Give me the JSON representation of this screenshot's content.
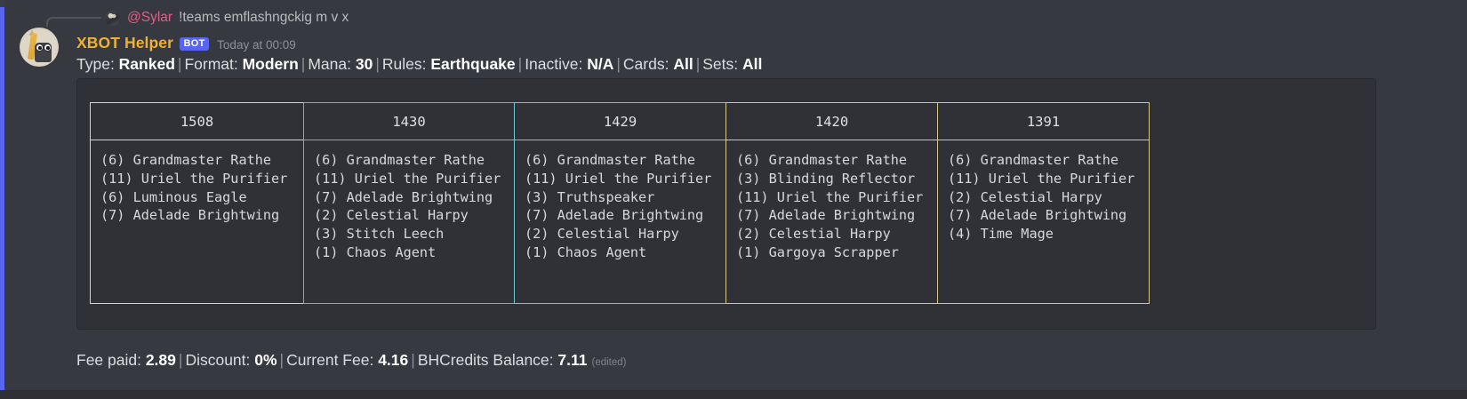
{
  "reply": {
    "author": "@Sylar",
    "command": "!teams emflashngckig m v x",
    "author_color": "#e35d8a",
    "avatar_icon": "user-avatar-icon"
  },
  "message": {
    "author": "XBOT Helper",
    "author_color": "#f0b132",
    "bot_badge": "BOT",
    "bot_badge_color": "#5865f2",
    "timestamp": "Today at 00:09",
    "avatar_icon": "bot-avatar-icon",
    "edited_marker": "(edited)"
  },
  "settings": {
    "items": [
      {
        "label": "Type:",
        "value": "Ranked"
      },
      {
        "label": "Format:",
        "value": "Modern"
      },
      {
        "label": "Mana:",
        "value": "30"
      },
      {
        "label": "Rules:",
        "value": "Earthquake"
      },
      {
        "label": "Inactive:",
        "value": "N/A"
      },
      {
        "label": "Cards:",
        "value": "All"
      },
      {
        "label": "Sets:",
        "value": "All"
      }
    ],
    "separator": "|"
  },
  "table": {
    "headers": [
      "1508",
      "1430",
      "1429",
      "1420",
      "1391"
    ],
    "border_colors": [
      "#d8d3c0",
      "#e08a7d",
      "#6fc8d8",
      "#d6c98a",
      "#d6c98a"
    ],
    "columns": [
      {
        "score": "1508",
        "cards": [
          {
            "qty": "(6)",
            "name": "Grandmaster Rathe"
          },
          {
            "qty": "(11)",
            "name": "Uriel the Purifier"
          },
          {
            "qty": "(6)",
            "name": "Luminous Eagle"
          },
          {
            "qty": "(7)",
            "name": "Adelade Brightwing"
          }
        ]
      },
      {
        "score": "1430",
        "cards": [
          {
            "qty": "(6)",
            "name": "Grandmaster Rathe"
          },
          {
            "qty": "(11)",
            "name": "Uriel the Purifier"
          },
          {
            "qty": "(7)",
            "name": "Adelade Brightwing"
          },
          {
            "qty": "(2)",
            "name": "Celestial Harpy"
          },
          {
            "qty": "(3)",
            "name": "Stitch Leech"
          },
          {
            "qty": "(1)",
            "name": "Chaos Agent"
          }
        ]
      },
      {
        "score": "1429",
        "cards": [
          {
            "qty": "(6)",
            "name": "Grandmaster Rathe"
          },
          {
            "qty": "(11)",
            "name": "Uriel the Purifier"
          },
          {
            "qty": "(3)",
            "name": "Truthspeaker"
          },
          {
            "qty": "(7)",
            "name": "Adelade Brightwing"
          },
          {
            "qty": "(2)",
            "name": "Celestial Harpy"
          },
          {
            "qty": "(1)",
            "name": "Chaos Agent"
          }
        ]
      },
      {
        "score": "1420",
        "cards": [
          {
            "qty": "(6)",
            "name": "Grandmaster Rathe"
          },
          {
            "qty": "(3)",
            "name": "Blinding Reflector"
          },
          {
            "qty": "(11)",
            "name": "Uriel the Purifier"
          },
          {
            "qty": "(7)",
            "name": "Adelade Brightwing"
          },
          {
            "qty": "(2)",
            "name": "Celestial Harpy"
          },
          {
            "qty": "(1)",
            "name": "Gargoya Scrapper"
          }
        ]
      },
      {
        "score": "1391",
        "cards": [
          {
            "qty": "(6)",
            "name": "Grandmaster Rathe"
          },
          {
            "qty": "(11)",
            "name": "Uriel the Purifier"
          },
          {
            "qty": "(2)",
            "name": "Celestial Harpy"
          },
          {
            "qty": "(7)",
            "name": "Adelade Brightwing"
          },
          {
            "qty": "(4)",
            "name": "Time Mage"
          }
        ]
      }
    ]
  },
  "footer": {
    "items": [
      {
        "label": "Fee paid:",
        "value": "2.89"
      },
      {
        "label": "Discount:",
        "value": "0%"
      },
      {
        "label": "Current Fee:",
        "value": "4.16"
      },
      {
        "label": "BHCredits Balance:",
        "value": "7.11"
      }
    ],
    "separator": "|"
  }
}
